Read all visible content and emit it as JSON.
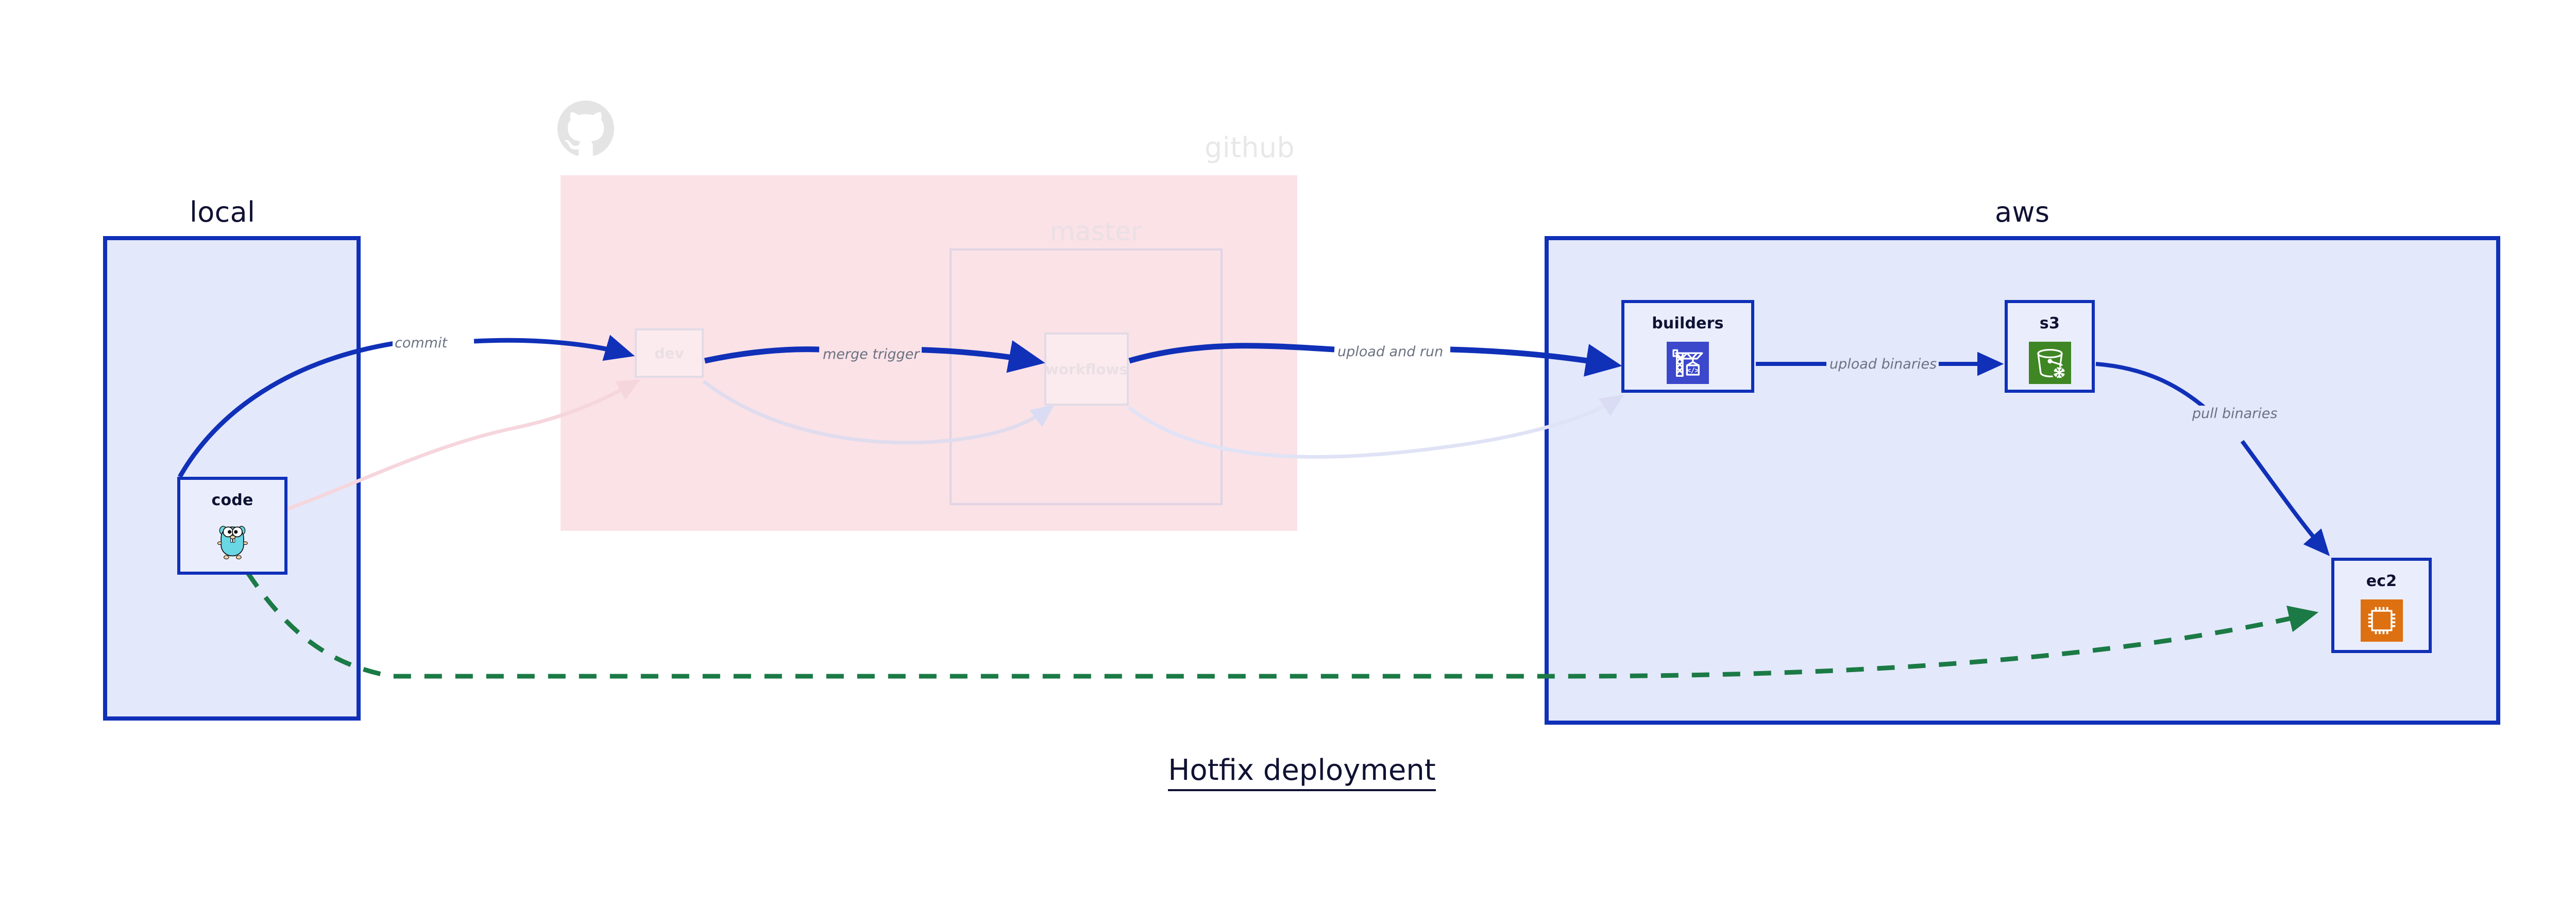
{
  "title": "Hotfix deployment",
  "groups": {
    "local": {
      "label": "local"
    },
    "github": {
      "label": "github",
      "logo_icon": "github-octocat-icon"
    },
    "master": {
      "label": "master"
    },
    "aws": {
      "label": "aws"
    }
  },
  "nodes": {
    "code": {
      "label": "code",
      "icon": "go-gopher-icon"
    },
    "dev": {
      "label": "dev"
    },
    "workflows": {
      "label": "workflows"
    },
    "builders": {
      "label": "builders",
      "icon": "aws-codebuild-crane-icon"
    },
    "s3": {
      "label": "s3",
      "icon": "aws-s3-glacier-bucket-icon"
    },
    "ec2": {
      "label": "ec2",
      "icon": "aws-ec2-chip-icon"
    }
  },
  "edges": {
    "commit": {
      "label": "commit",
      "from": "code",
      "to": "dev"
    },
    "merge_trigger": {
      "label": "merge trigger",
      "from": "dev",
      "to": "workflows"
    },
    "upload_and_run": {
      "label": "upload and run",
      "from": "workflows",
      "to": "builders"
    },
    "upload_binaries": {
      "label": "upload binaries",
      "from": "builders",
      "to": "s3"
    },
    "pull_binaries": {
      "label": "pull binaries",
      "from": "s3",
      "to": "ec2"
    },
    "hotfix_direct": {
      "label": "",
      "from": "code",
      "to": "ec2",
      "style": "dashed-green"
    }
  },
  "colors": {
    "primary_blue": "#1030b8",
    "group_blue_fill": "#e3e8fb",
    "github_pink_fill": "#fae2e7",
    "hotfix_green": "#1b7a45",
    "label_gray": "#6b7280",
    "faded": "#eadfe4",
    "codebuild_blue": "#3b48cc",
    "s3_glacier_green": "#3f8624",
    "ec2_orange": "#dd7011",
    "gopher_cyan": "#6ad7e5"
  }
}
